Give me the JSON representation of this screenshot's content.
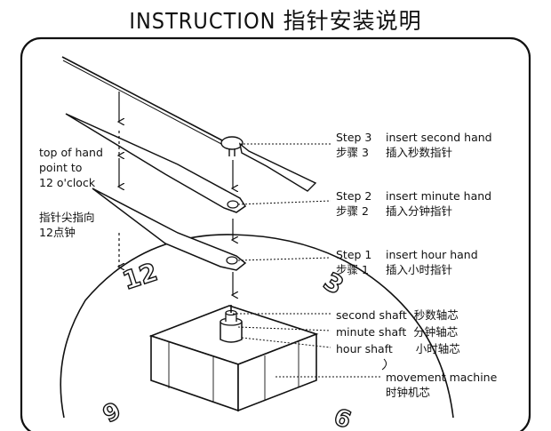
{
  "title": "INSTRUCTION 指针安装说明",
  "left_notes": {
    "top_of_hand_1": "top of hand",
    "top_of_hand_2": "point to",
    "top_of_hand_3": "12 o'clock",
    "zh_1": "指针尖指向",
    "zh_2": "12点钟"
  },
  "steps": [
    {
      "en_step": "Step 3",
      "en_text": "insert second hand",
      "zh_step": "步骤 3",
      "zh_text": "插入秒数指针"
    },
    {
      "en_step": "Step 2",
      "en_text": "insert minute hand",
      "zh_step": "步骤 2",
      "zh_text": "插入分钟指针"
    },
    {
      "en_step": "Step 1",
      "en_text": "insert hour hand",
      "zh_step": "步骤 1",
      "zh_text": "插入小时指针"
    }
  ],
  "shafts": {
    "second_en": "second shaft",
    "second_zh": "秒数轴芯",
    "minute_en": "minute shaft",
    "minute_zh": "分钟轴芯",
    "hour_en": "hour shaft",
    "hour_zh": "小时轴芯"
  },
  "movement": {
    "en": "movement machine",
    "zh": "时钟机芯"
  },
  "dial_numerals": {
    "twelve": "12",
    "three": "3",
    "six": "6",
    "nine": "9"
  }
}
